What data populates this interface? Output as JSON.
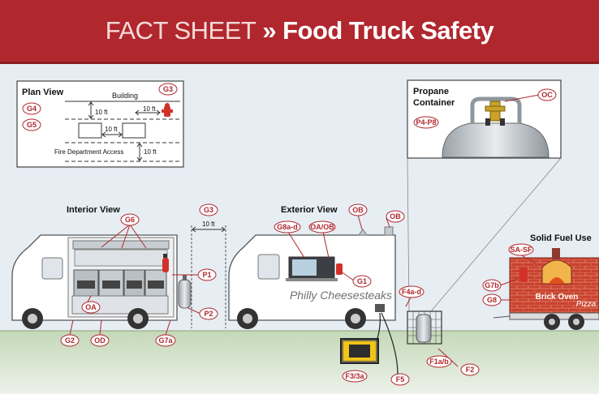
{
  "title": {
    "prefix": "FACT SHEET",
    "separator": "»",
    "main": "Food Truck Safety"
  },
  "plan_view": {
    "title": "Plan View",
    "building": "Building",
    "dist_top": "10 ft",
    "dist_hydrant": "10 ft",
    "dist_between": "10 ft",
    "fire_access": "Fire Department Access",
    "dist_access": "10 ft",
    "labels": {
      "g3": "G3",
      "g4": "G4",
      "g5": "G5"
    }
  },
  "propane": {
    "title_line1": "Propane",
    "title_line2": "Container",
    "labels": {
      "oc": "OC",
      "p4p8": "P4-P8"
    }
  },
  "interior": {
    "title": "Interior View",
    "dist": "10 ft",
    "labels": {
      "g6": "G6",
      "g3": "G3",
      "p1": "P1",
      "p2": "P2",
      "oa": "OA",
      "g2": "G2",
      "od": "OD",
      "g7a": "G7a"
    }
  },
  "exterior": {
    "title": "Exterior View",
    "truck_text": "Philly Cheesesteaks",
    "labels": {
      "g8ad": "G8a-d",
      "oaob": "OA/OB",
      "ob1": "OB",
      "ob2": "OB",
      "g1": "G1",
      "f4ad": "F4a-d"
    }
  },
  "generator": {
    "labels": {
      "f33a": "F3/3a",
      "f5": "F5"
    }
  },
  "cage": {
    "labels": {
      "f1ab": "F1a/b",
      "f2": "F2"
    }
  },
  "solid_fuel": {
    "title": "Solid Fuel Use",
    "oven_text": "Brick Oven",
    "oven_script": "Pizza",
    "labels": {
      "sasf": "SA-SF",
      "g7b": "G7b",
      "g8": "G8"
    }
  },
  "colors": {
    "brand_red": "#b0272d",
    "truck_white": "#ffffff",
    "ground": "#b9cfae",
    "sky": "#e6edf3"
  }
}
